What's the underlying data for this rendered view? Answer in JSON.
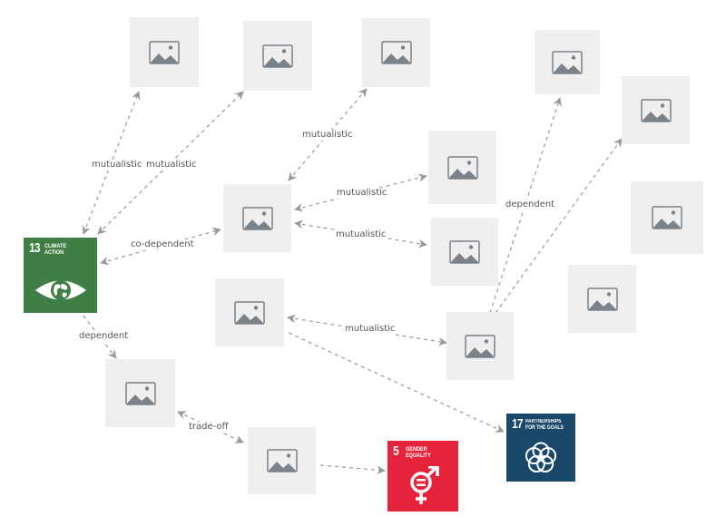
{
  "diagram": {
    "type": "relationship-network",
    "colors": {
      "edge": "#999999",
      "label_text": "#555555",
      "placeholder_bg": "#efefef",
      "placeholder_icon": "#7a828a",
      "goal13": "#3f7e44",
      "goal5": "#e5243b",
      "goal17": "#19486a"
    },
    "goals": {
      "g13": {
        "number": "13",
        "title": "CLIMATE\nACTION",
        "icon": "eye-globe-icon"
      },
      "g5": {
        "number": "5",
        "title": "GENDER\nEQUALITY",
        "icon": "gender-equality-icon"
      },
      "g17": {
        "number": "17",
        "title": "PARTNERSHIPS\nFOR THE GOALS",
        "icon": "partnership-rings-icon"
      }
    },
    "placeholders_icon": "image-placeholder-icon",
    "edge_labels": {
      "e1": "mutualistic",
      "e2": "mutualistic",
      "e3": "mutualistic",
      "e4": "mutualistic",
      "e5": "mutualistic",
      "e6": "co-dependent",
      "e7": "dependent",
      "e8": "mutualistic",
      "e9": "dependent",
      "e10": "trade-off"
    }
  }
}
